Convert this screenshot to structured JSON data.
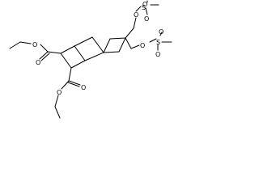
{
  "structure": {
    "atom_labels": {
      "o_ester1_carbonyl": "O",
      "o_ester1_ether": "O",
      "o_ester2_carbonyl": "O",
      "o_ester2_ether": "O",
      "o_mesyl1_link": "O",
      "s_mesyl1": "S",
      "o_mesyl1_a": "O",
      "o_mesyl1_b": "O",
      "o_mesyl2_link": "O",
      "s_mesyl2": "S",
      "o_mesyl2_a": "O",
      "o_mesyl2_b": "O"
    },
    "colors": {
      "bond": "#000000",
      "label": "#000000",
      "background": "#ffffff"
    }
  }
}
